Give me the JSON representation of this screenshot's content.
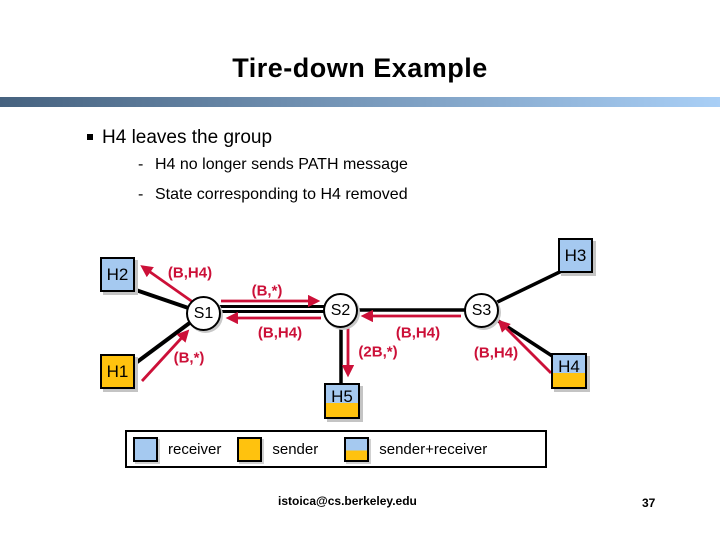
{
  "slide": {
    "title": "Tire-down Example",
    "bullets": {
      "main": "H4 leaves the group",
      "marker": "-",
      "sub": [
        "H4 no longer sends PATH message",
        "State corresponding to H4 removed"
      ]
    },
    "footer": {
      "email": "istoica@cs.berkeley.edu",
      "page": "37"
    }
  },
  "diagram": {
    "routers": [
      {
        "label": "S1"
      },
      {
        "label": "S2"
      },
      {
        "label": "S3"
      }
    ],
    "hosts": [
      {
        "label": "H1",
        "role": "sender"
      },
      {
        "label": "H2",
        "role": "receiver"
      },
      {
        "label": "H3",
        "role": "receiver"
      },
      {
        "label": "H4",
        "role": "sender+receiver"
      },
      {
        "label": "H5",
        "role": "sender+receiver"
      }
    ],
    "edge_labels": {
      "s1_h2": "(B,H4)",
      "s1_s2_up": "(B,*)",
      "s2_s1_down": "(B,H4)",
      "h1_s1": "(B,*)",
      "s3_s2": "(B,H4)",
      "s2_h5": "(2B,*)",
      "h4_s3": "(B,H4)"
    }
  },
  "legend": {
    "receiver": "receiver",
    "sender": "sender",
    "both": "sender+receiver"
  },
  "colors": {
    "receiver_blue": "#A5C9F0",
    "sender_yellow": "#FFC20E",
    "message_red": "#CC1038",
    "bar_left": "#46627F",
    "bar_right": "#A9CFF6"
  }
}
